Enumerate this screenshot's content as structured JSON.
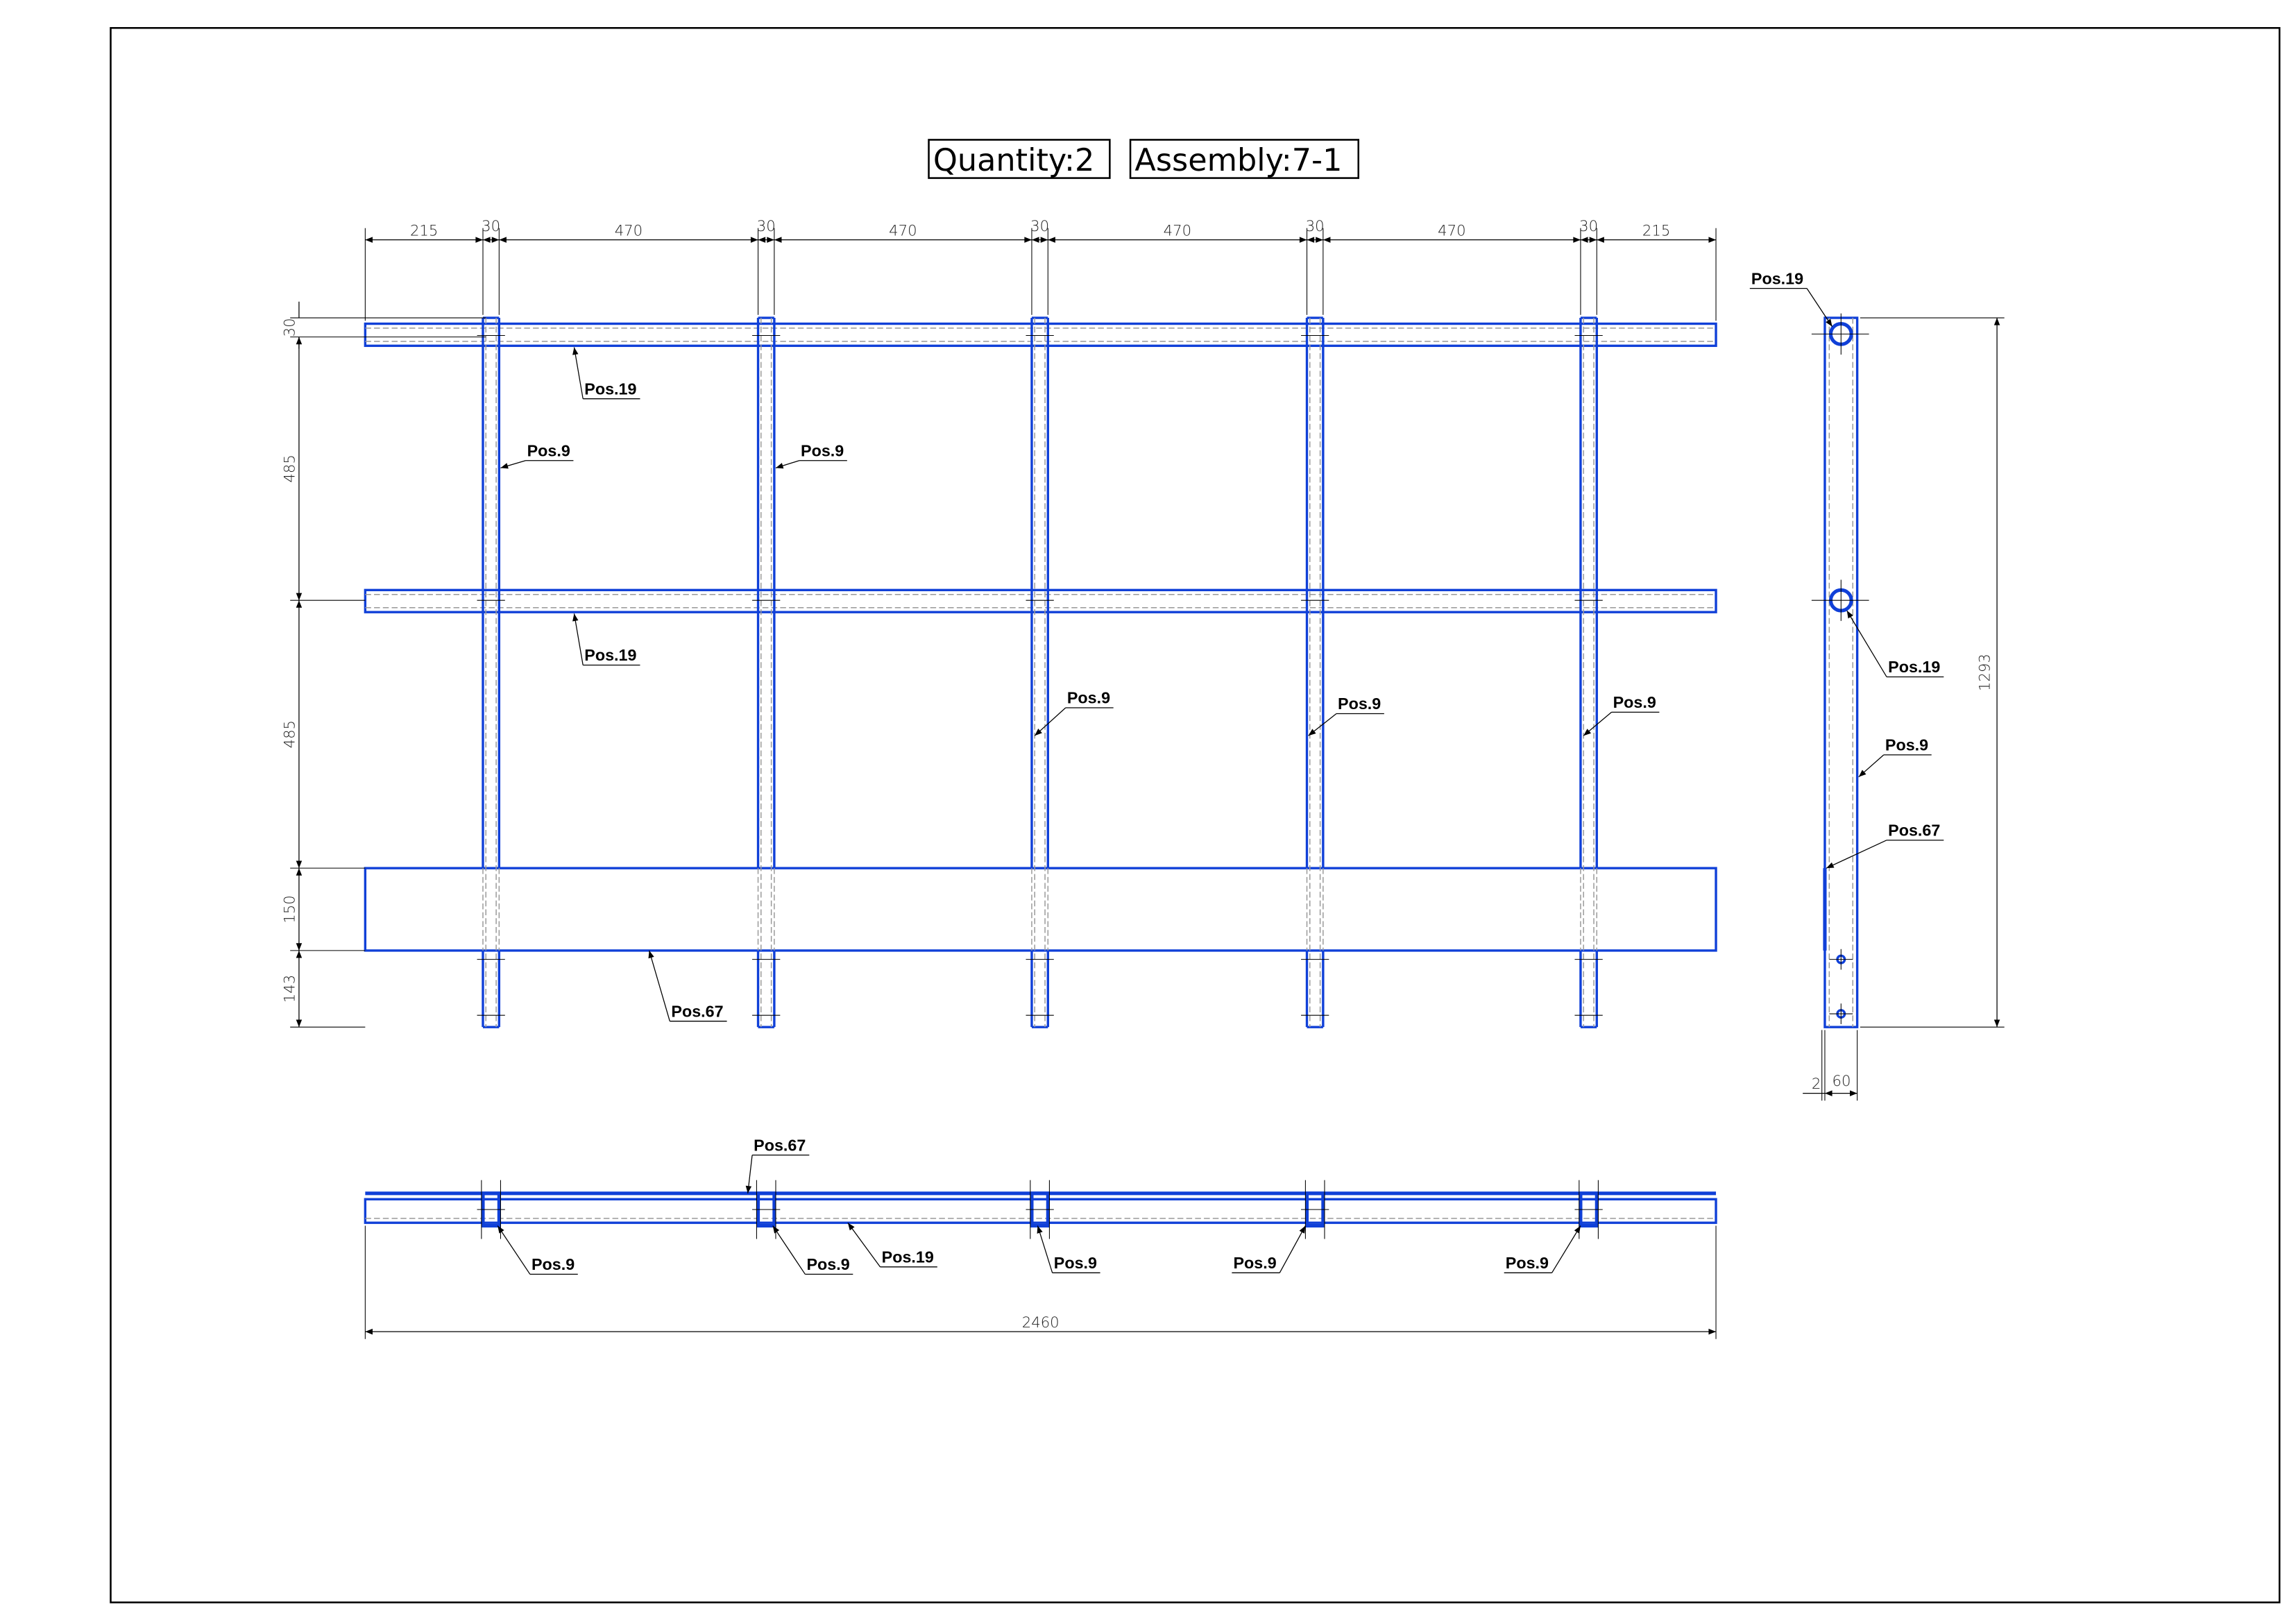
{
  "title": {
    "quantity": "Quantity:2",
    "assembly": "Assembly:7-1"
  },
  "colors": {
    "part_lines": "#1040d8",
    "hidden_lines": "#999999",
    "dimension_lines": "#000000"
  },
  "front_view": {
    "top_dims": [
      "215",
      "30",
      "470",
      "30",
      "470",
      "30",
      "470",
      "30",
      "470",
      "30",
      "215"
    ],
    "left_dims": [
      "30",
      "485",
      "485",
      "150",
      "143"
    ]
  },
  "side_view": {
    "height_dim": "1293",
    "width_dims": [
      "2",
      "60"
    ]
  },
  "bottom_view": {
    "length_dim": "2460"
  },
  "leaders": [
    "Pos.19",
    "Pos.9",
    "Pos.9",
    "Pos.19",
    "Pos.9",
    "Pos.9",
    "Pos.9",
    "Pos.67",
    "Pos.19",
    "Pos.19",
    "Pos.9",
    "Pos.67",
    "Pos.67",
    "Pos.9",
    "Pos.9",
    "Pos.19",
    "Pos.9",
    "Pos.9",
    "Pos.9"
  ]
}
